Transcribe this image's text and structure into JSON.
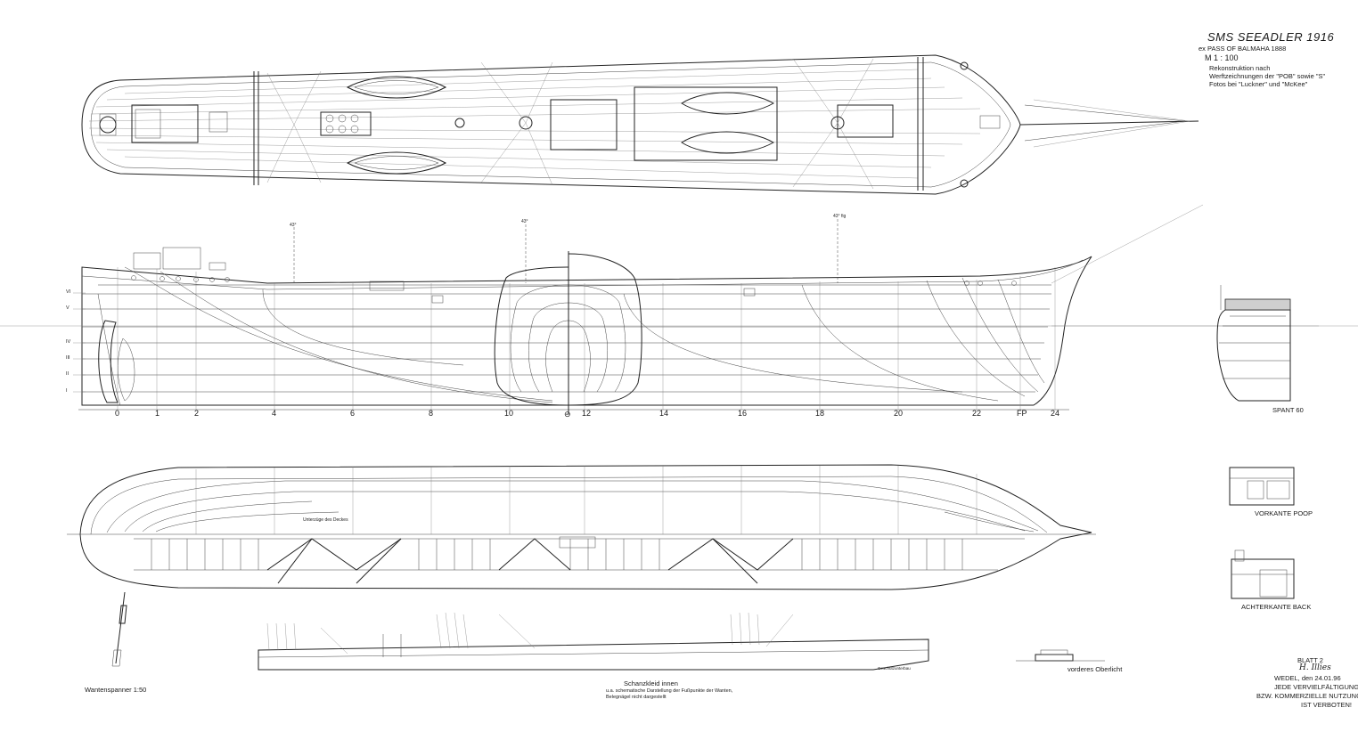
{
  "title": {
    "name": "SMS SEEADLER 1916",
    "ex_name": "ex PASS OF BALMAHA 1888",
    "scale": "M 1 : 100",
    "notes": [
      "Rekonstruktion nach",
      "Werftzeichnungen der \"POB\" sowie \"S\"",
      "Fotos bei \"Luckner\" und \"McKee\""
    ]
  },
  "frame_numbers": [
    "0",
    "1",
    "2",
    "4",
    "6",
    "8",
    "10",
    "12",
    "14",
    "16",
    "18",
    "20",
    "22",
    "FP",
    "24"
  ],
  "midship_mark": "⊖",
  "waterline_labels": [
    "VI",
    "V",
    "IV",
    "III",
    "II",
    "I"
  ],
  "side_views": {
    "frame_label": "SPANT 60",
    "poop_label": "VORKANTE POOP",
    "back_label": "ACHTERKANTE BACK"
  },
  "detail_labels": {
    "turnbuckle": "Wantenspanner 1:50",
    "bulwark_title": "Schanzkleid innen",
    "bulwark_note_1": "u.a. schematische Darstellung der Fußpunkte der Wanten,",
    "bulwark_note_2": "Belegnägel nicht dargestellt",
    "skylight": "vorderes Oberlicht",
    "plan_note": "Unterzüge des Deckes",
    "bulwark_tag": "Geschützunterbau"
  },
  "footer": {
    "sheet": "BLATT 2",
    "place_date": "WEDEL, den 24.01.96",
    "copyright_1": "JEDE VERVIELFÄLTIGUNG",
    "copyright_2": "BZW. KOMMERZIELLE NUTZUNG",
    "copyright_3": "IST VERBOTEN!",
    "signature": "H. Illies"
  }
}
